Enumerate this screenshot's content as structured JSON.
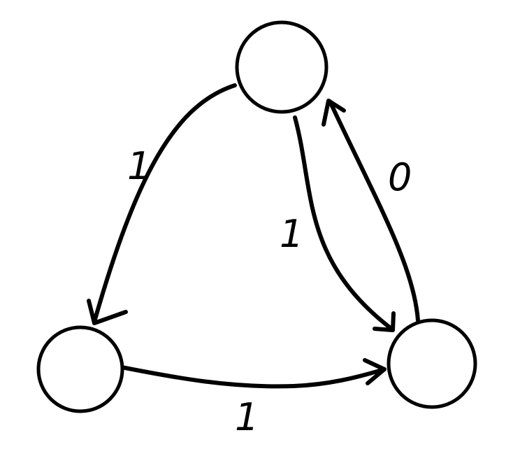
{
  "diagram": {
    "nodes": [
      {
        "id": "top"
      },
      {
        "id": "bottom-left"
      },
      {
        "id": "bottom-right"
      }
    ],
    "edges": [
      {
        "from": "top",
        "to": "bottom-left",
        "label": "1"
      },
      {
        "from": "top",
        "to": "bottom-right",
        "label": "1"
      },
      {
        "from": "bottom-right",
        "to": "top",
        "label": "0"
      },
      {
        "from": "bottom-left",
        "to": "bottom-right",
        "label": "1"
      }
    ]
  },
  "colors": {
    "stroke": "#000000",
    "background": "#ffffff"
  }
}
